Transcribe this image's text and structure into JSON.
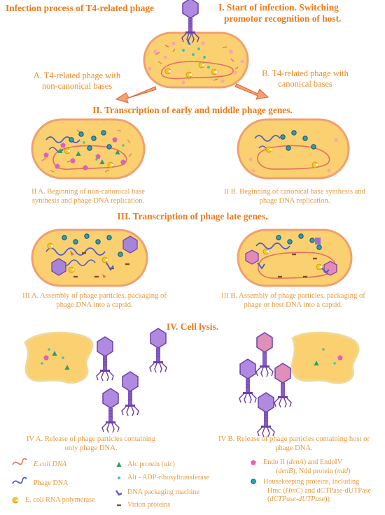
{
  "title": "Infection process of T4-related phage",
  "step1": {
    "line1": "I.  Start of infection. Switching",
    "line2": "promotor recognition of host."
  },
  "branchA": {
    "line1": "A. T4-related phage with",
    "line2": "non-canonical bases"
  },
  "branchB": {
    "line1": "B.  T4-related phage with",
    "line2": "canonical bases"
  },
  "step2": "II. Transcription of early and middle phage genes.",
  "cap2A": {
    "line1": "II A. Beginning of non-canonical base",
    "line2": "synthesis and  phage DNA replication."
  },
  "cap2B": {
    "line1": "II B. Beginning of canonical base synthesis and",
    "line2": "phage DNA replication."
  },
  "step3": "III. Transcription of phage late genes.",
  "cap3A": {
    "line1": "III A. Assembly of phage particles, packaging of",
    "line2": "phage DNA into a capsid."
  },
  "cap3B": {
    "line1": "III B.  Assembly of phage particles, packaging of",
    "line2": "phage or host DNA into a capsid."
  },
  "step4": "IV. Cell lysis.",
  "cap4A": {
    "line1": "IV A. Release of phage particles containing",
    "line2": "only phage DNA."
  },
  "cap4B": {
    "line1": "IV B. Release of phage particles containing host or",
    "line2": "phage DNA."
  },
  "legend": {
    "ecoli_dna": "E.coli DNA",
    "phage_dna": "Phage DNA",
    "rnap": "E. coli RNA polymerase",
    "alc_pre": "Alc protein (",
    "alc_it": "alc",
    "alc_post": ")",
    "alt": "Alt - ADP-ribosyltransferase",
    "packaging": "DNA packaging machine",
    "virion": "Virion proteins",
    "endo_l1a": "Endo II  (",
    "endo_l1b": "denA",
    "endo_l1c": ") and EndoIV",
    "endo_l2a": "(",
    "endo_l2b": "denB",
    "endo_l2c": "), Ndd protein (",
    "endo_l2d": "ndd",
    "endo_l2e": ")",
    "hk_l1": "Housekeeping proteins,  including",
    "hk_l2a": "Hmc (",
    "hk_l2b": "HmC",
    "hk_l2c": ")  and dCTPase-dUTPase",
    "hk_l3a": "(",
    "hk_l3b": "dCTPase-dUTPase",
    "hk_l3c": "))"
  },
  "colors": {
    "accent": "#f07a1a",
    "cell_fill": "#fbd070",
    "cell_border": "#f0a070",
    "phage": "#9b6fd0",
    "phage_dna": "#4a5fc8",
    "ecoli_dna": "#e07060",
    "alc": "#2e9e6a",
    "alt": "#3fc8a0",
    "endo": "#e060b0",
    "housekeeping": "#2a8aa0",
    "rnap": "#f0c020"
  }
}
